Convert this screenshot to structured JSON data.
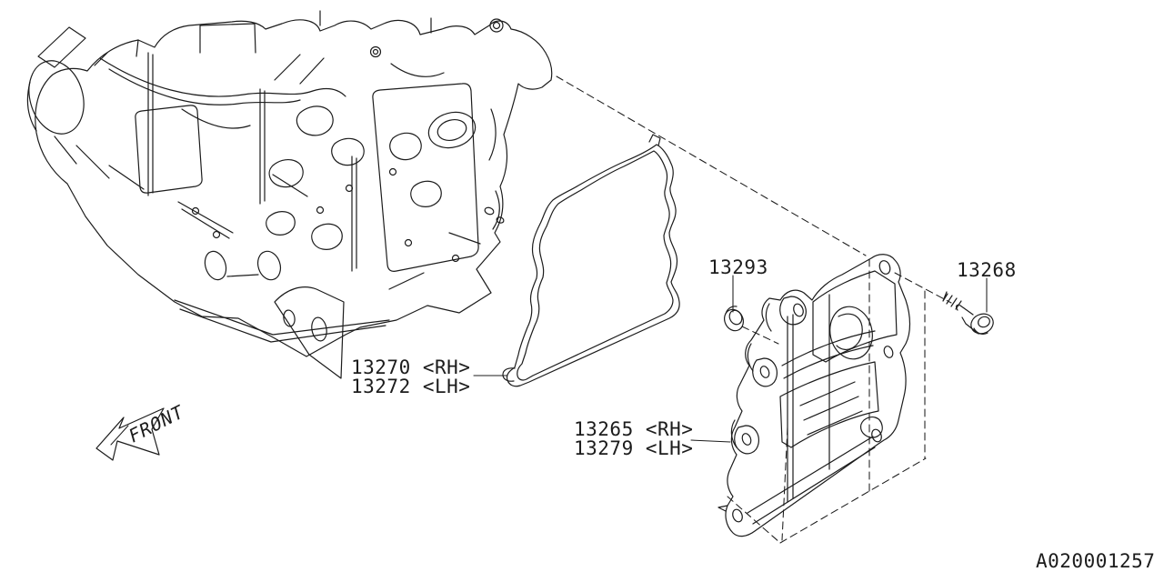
{
  "colors": {
    "ink": "#1c1c1c",
    "background": "#ffffff"
  },
  "drawing": {
    "doc_number": "A020001257"
  },
  "orientation": {
    "front_label": "FRONT"
  },
  "callouts": {
    "o_ring": {
      "part_no": "13293"
    },
    "bolt": {
      "part_no": "13268"
    },
    "gasket": {
      "line_rh": "13270 <RH>",
      "line_lh": "13272 <LH>"
    },
    "cover": {
      "line_rh": "13265 <RH>",
      "line_lh": "13279 <LH>"
    }
  }
}
